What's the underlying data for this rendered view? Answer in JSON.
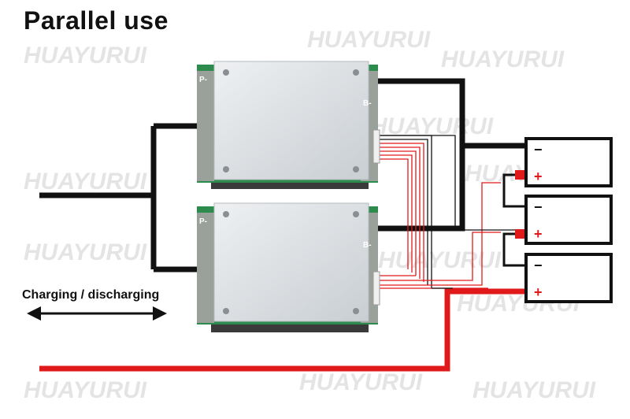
{
  "title": "Parallel use",
  "caption": "Charging / discharging",
  "watermark": "HUAYURUI",
  "boards": [
    {
      "id": "upper",
      "label_p": "P-",
      "label_b": "B-"
    },
    {
      "id": "lower",
      "label_p": "P-",
      "label_b": "B-"
    }
  ],
  "batteries": [
    {
      "negative": "−",
      "positive": "+"
    },
    {
      "negative": "−",
      "positive": "+"
    },
    {
      "negative": "−",
      "positive": "+"
    }
  ],
  "colors": {
    "negative_wire": "#111111",
    "positive_wire": "#e01a1a",
    "board_plate": "#d9dde0",
    "pcb": "#2e8b4e",
    "battery_outline": "#111111"
  }
}
